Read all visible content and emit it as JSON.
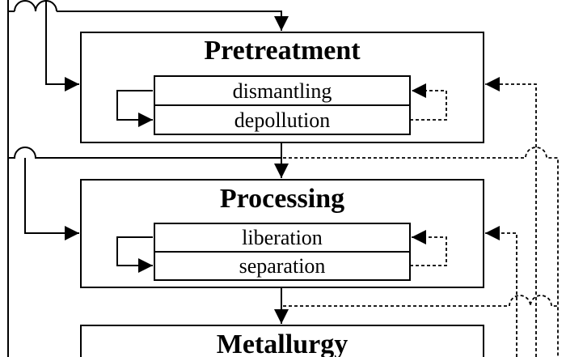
{
  "stages": [
    {
      "title": "Pretreatment",
      "steps": [
        "dismantling",
        "depollution"
      ]
    },
    {
      "title": "Processing",
      "steps": [
        "liberation",
        "separation"
      ]
    },
    {
      "title": "Metallurgy",
      "steps": []
    }
  ],
  "colors": {
    "line": "#000000",
    "background": "#ffffff"
  }
}
